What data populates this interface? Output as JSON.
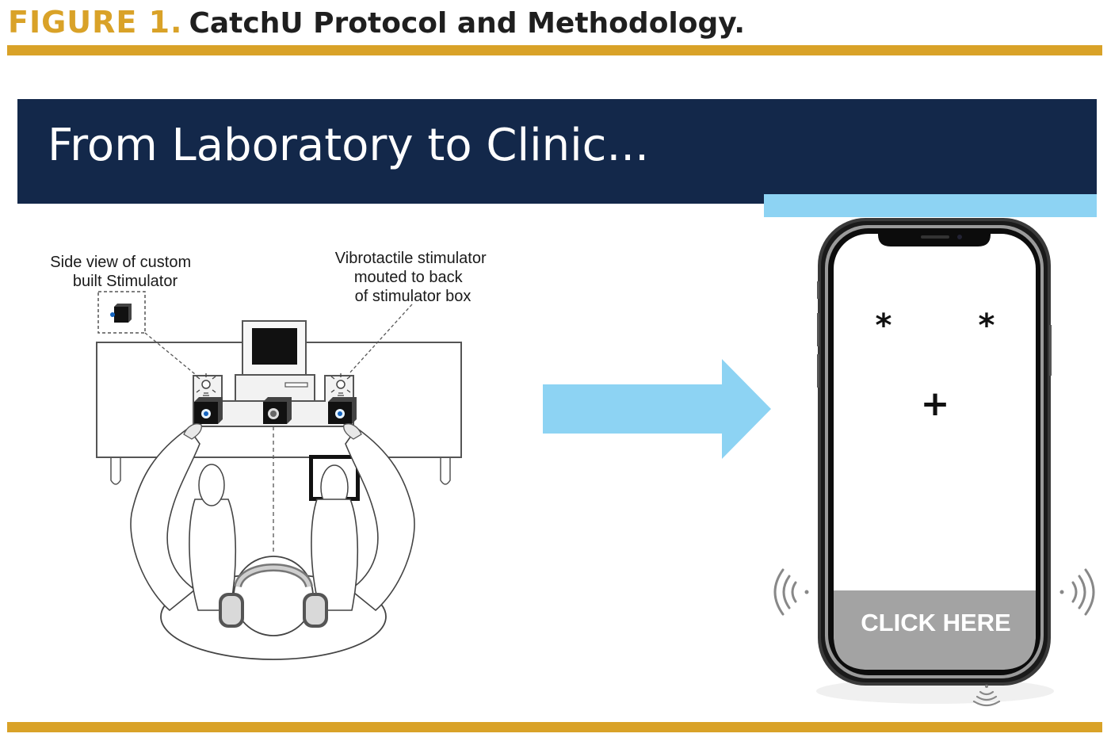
{
  "figure": {
    "label": "FIGURE 1.",
    "title": "CatchU Protocol and Methodology."
  },
  "banner": {
    "title": "From Laboratory to Clinic..."
  },
  "lab_setup": {
    "side_view_label": [
      "Side view of custom",
      "built Stimulator"
    ],
    "stimulator_label": [
      "Vibrotactile stimulator",
      "mouted to back",
      "of stimulator box"
    ]
  },
  "phone": {
    "left_target": "*",
    "right_target": "*",
    "fixation": "+",
    "button_label": "CLICK HERE"
  },
  "colors": {
    "gold": "#d9a228",
    "navy": "#13284a",
    "light_blue": "#8dd3f3",
    "button_gray": "#a3a3a3"
  }
}
